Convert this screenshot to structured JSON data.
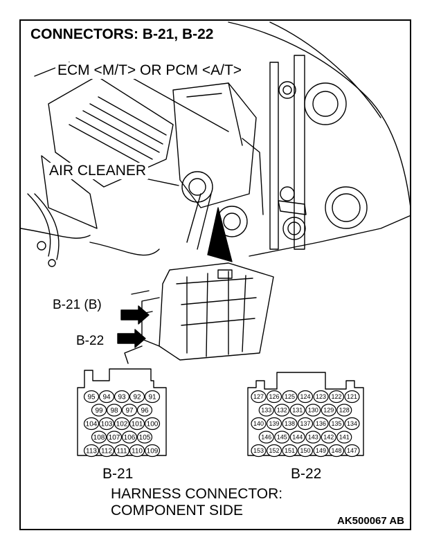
{
  "title": "CONNECTORS: B-21, B-22",
  "labels": {
    "ecm": "ECM <M/T> OR PCM <A/T>",
    "air_cleaner": "AIR CLEANER",
    "b21_pointer": "B-21 (B)",
    "b22_pointer": "B-22"
  },
  "connectors": {
    "b21": {
      "caption": "B-21",
      "rows": [
        [
          "95",
          "94",
          "93",
          "92",
          "91"
        ],
        [
          "99",
          "98",
          "97",
          "96"
        ],
        [
          "104",
          "103",
          "102",
          "101",
          "100"
        ],
        [
          "108",
          "107",
          "106",
          "105"
        ],
        [
          "113",
          "112",
          "111",
          "110",
          "109"
        ]
      ]
    },
    "b22": {
      "caption": "B-22",
      "rows": [
        [
          "127",
          "126",
          "125",
          "124",
          "123",
          "122",
          "121"
        ],
        [
          "133",
          "132",
          "131",
          "130",
          "129",
          "128"
        ],
        [
          "140",
          "139",
          "138",
          "137",
          "136",
          "135",
          "134"
        ],
        [
          "146",
          "145",
          "144",
          "143",
          "142",
          "141"
        ],
        [
          "153",
          "152",
          "151",
          "150",
          "149",
          "148",
          "147"
        ]
      ]
    }
  },
  "footer": {
    "line1": "HARNESS CONNECTOR:",
    "line2": "COMPONENT SIDE",
    "code": "AK500067 AB"
  }
}
